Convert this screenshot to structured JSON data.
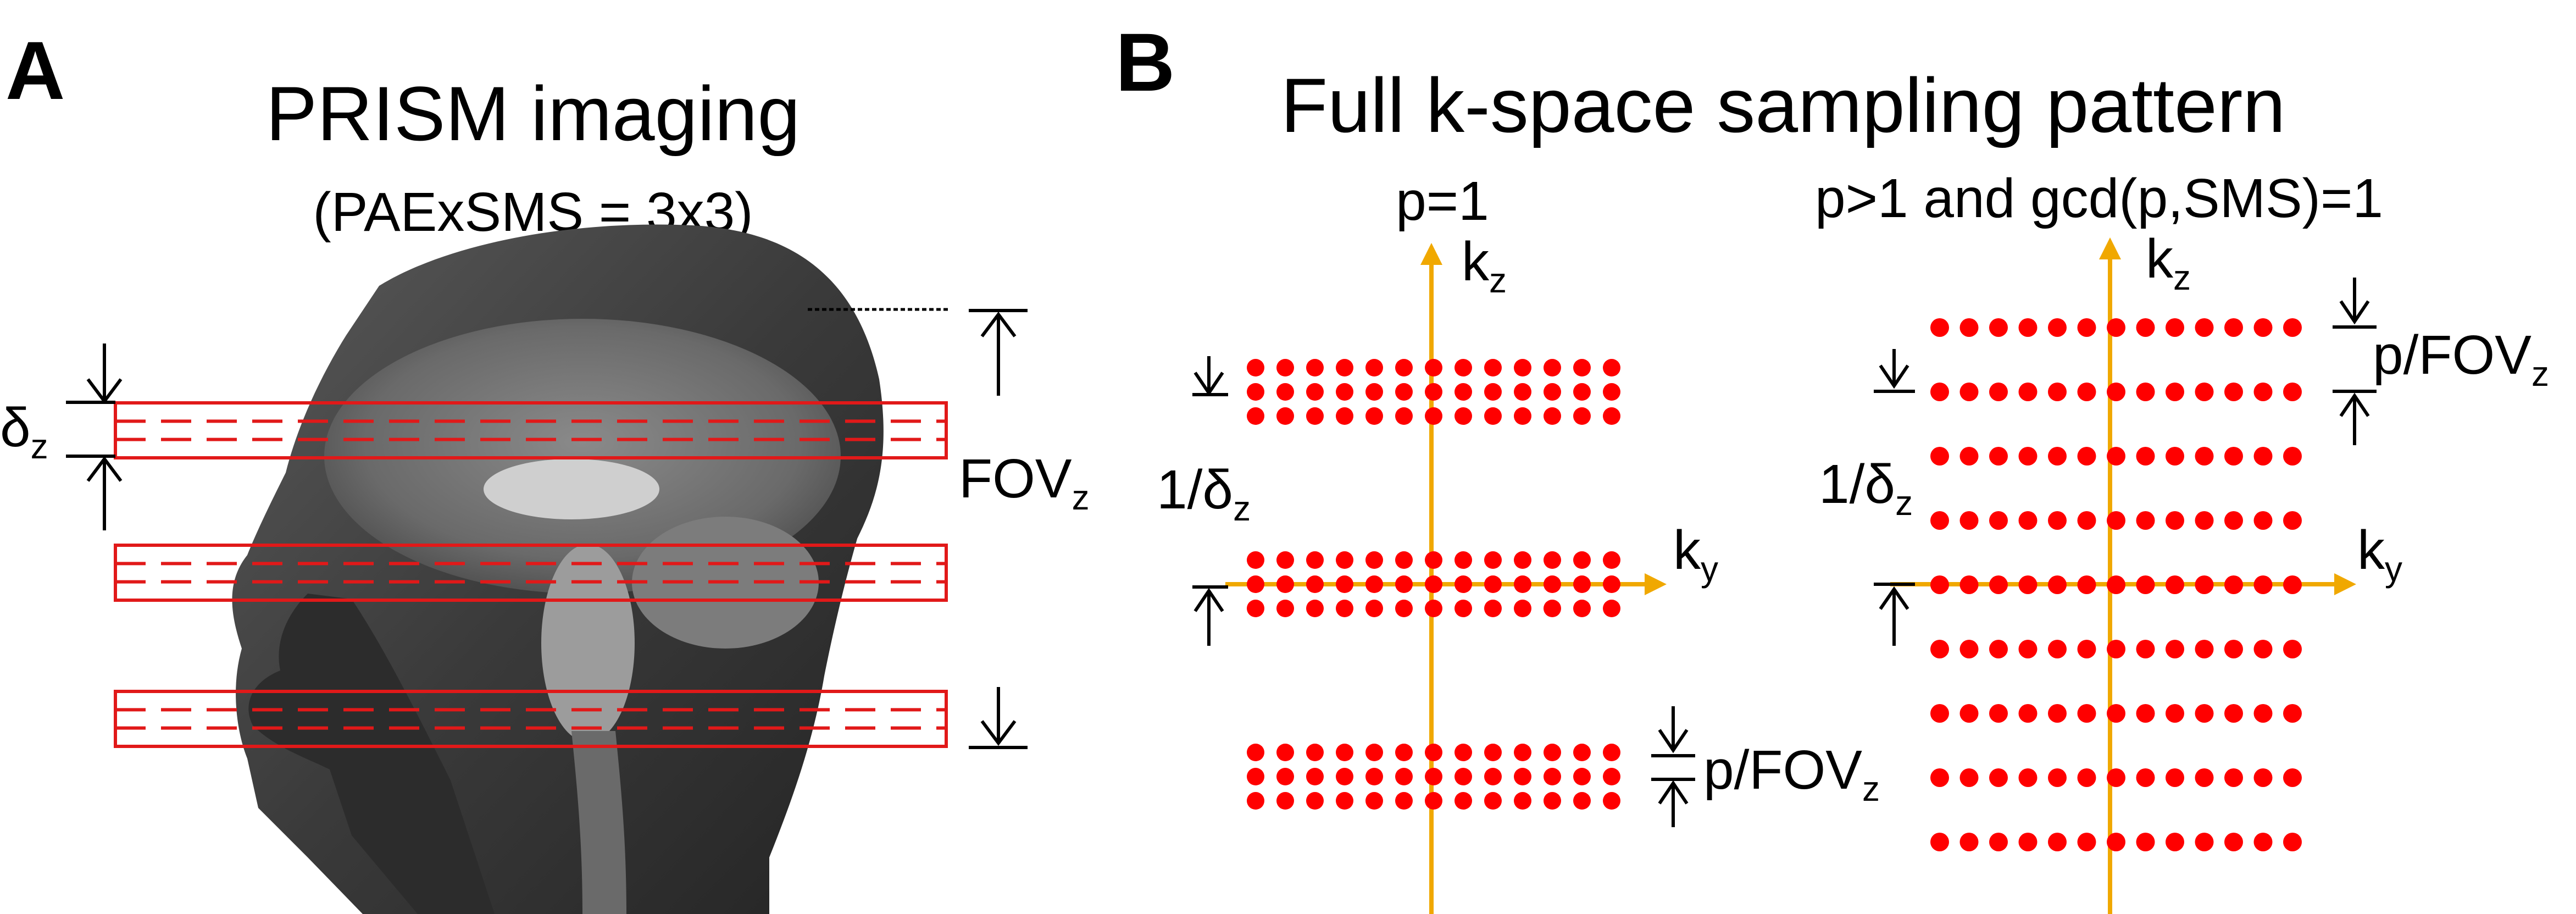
{
  "panel_a": {
    "letter": "A",
    "title": "PRISM imaging",
    "subtitle": "(PAExSMS = 3x3)",
    "delta_label": "δ",
    "delta_sub": "z",
    "fov_label": "FOV",
    "fov_sub": "z",
    "slab_count": 3,
    "slices_per_slab": 3,
    "image_description_icon": "sagittal-brain-mri"
  },
  "panel_b": {
    "letter": "B",
    "title": "Full k-space sampling pattern",
    "left": {
      "header": "p=1",
      "kz_label": "k",
      "kz_sub": "z",
      "ky_label": "k",
      "ky_sub": "y",
      "spacing_label": "1/δ",
      "spacing_sub": "z",
      "pfov_label": "p/FOV",
      "pfov_sub": "z",
      "groups": 3,
      "rows_per_group": 3,
      "dots_per_row": 13
    },
    "right": {
      "header": "p>1 and gcd(p,SMS)=1",
      "kz_label": "k",
      "kz_sub": "z",
      "ky_label": "k",
      "ky_sub": "y",
      "spacing_label": "1/δ",
      "spacing_sub": "z",
      "pfov_label": "p/FOV",
      "pfov_sub": "z",
      "rows": 9,
      "dots_per_row": 13
    }
  },
  "colors": {
    "slab": "#e11919",
    "dot": "#ff0000",
    "axis": "#f0a800",
    "ink": "#000000"
  }
}
